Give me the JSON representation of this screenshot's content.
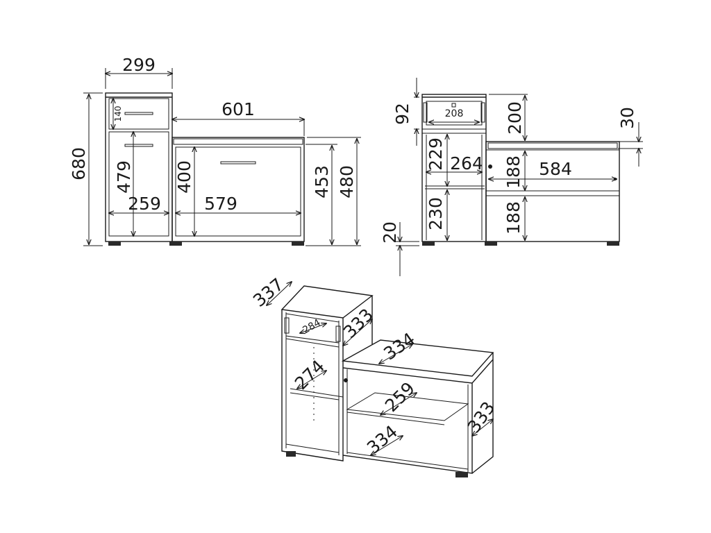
{
  "front_view": {
    "total_width": "299",
    "bench_width": "601",
    "total_height": "680",
    "drawer_height": "140",
    "door_height": "479",
    "cabinet_inner_width": "259",
    "bench_front_height": "400",
    "bench_inner_width": "579",
    "bench_height_inner": "453",
    "bench_height_outer": "480"
  },
  "side_view": {
    "drawer_height": "92",
    "drawer_width": "208",
    "shelf_height_upper": "229",
    "shelf_depth": "264",
    "shelf_height_lower": "230",
    "plinth_height": "20",
    "top_gap": "200",
    "seat_thickness": "30",
    "bench_upper_height": "188",
    "bench_lower_height": "188",
    "bench_depth": "584"
  },
  "iso_view": {
    "depth_top": "337",
    "drawer_depth": "284",
    "cabinet_depth": "333",
    "shelf_depth": "274",
    "seat_depth": "334",
    "middle_shelf_depth": "259",
    "bench_side_depth": "333",
    "bottom_shelf_depth": "334"
  }
}
